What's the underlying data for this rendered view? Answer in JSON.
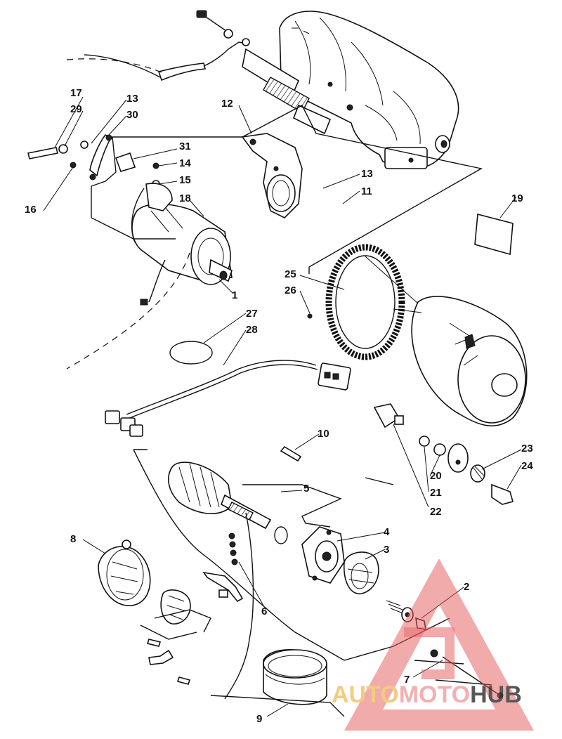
{
  "callouts": {
    "c1": "1",
    "c2": "2",
    "c3": "3",
    "c4": "4",
    "c5": "5",
    "c6": "6",
    "c7": "7",
    "c8": "8",
    "c9": "9",
    "c10": "10",
    "c11": "11",
    "c12": "12",
    "c13a": "13",
    "c13b": "13",
    "c14": "14",
    "c15": "15",
    "c16": "16",
    "c17": "17",
    "c18": "18",
    "c19": "19",
    "c20": "20",
    "c21": "21",
    "c22": "22",
    "c23": "23",
    "c24": "24",
    "c25": "25",
    "c26": "26",
    "c27": "27",
    "c28": "28",
    "c29": "29",
    "c30": "30",
    "c31": "31"
  },
  "watermark": {
    "word1": "AUTO",
    "word2": "MOTO",
    "word3": "HUB",
    "color_auto": "#f2c36b",
    "color_moto": "#f3a3a3",
    "color_hub": "#3a3a3a",
    "triangle_color": "#e25a5a"
  }
}
